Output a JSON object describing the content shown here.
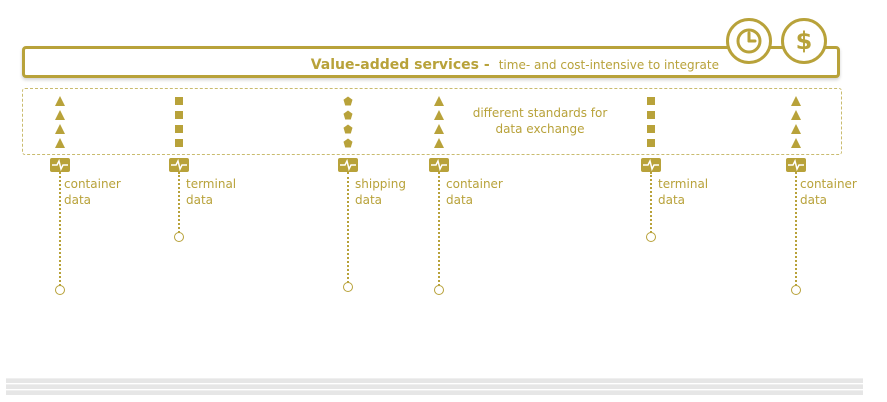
{
  "banner": {
    "title": "Value-added services -",
    "subtitle": "time- and cost-intensive to integrate",
    "icons": [
      "clock-icon",
      "dollar-icon"
    ]
  },
  "exchange_zone": {
    "note_line1": "different standards for",
    "note_line2": "data exchange"
  },
  "sources": [
    {
      "line1": "container",
      "line2": "data",
      "marker": "triangle"
    },
    {
      "line1": "terminal",
      "line2": "data",
      "marker": "square"
    },
    {
      "line1": "shipping",
      "line2": "data",
      "marker": "pentagon"
    },
    {
      "line1": "container",
      "line2": "data",
      "marker": "triangle"
    },
    {
      "line1": "terminal",
      "line2": "data",
      "marker": "square"
    },
    {
      "line1": "container",
      "line2": "data",
      "marker": "triangle"
    }
  ],
  "colors": {
    "accent": "#b8a23a",
    "dashed": "#c9bb6e"
  }
}
